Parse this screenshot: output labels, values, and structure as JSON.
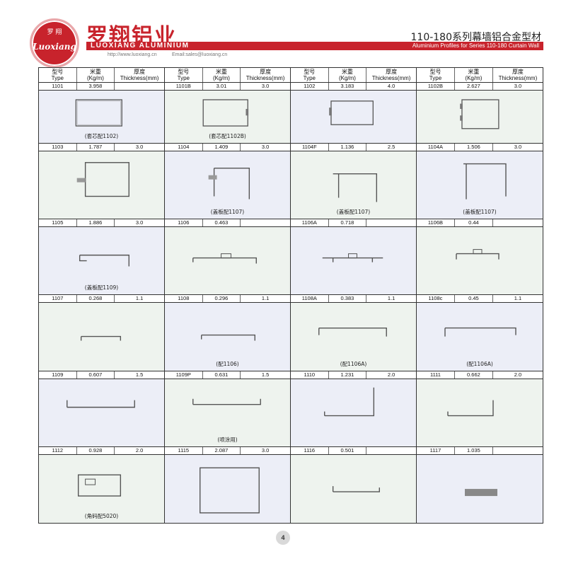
{
  "header": {
    "logo_top": "罗 翔",
    "logo_script": "Luoxiang",
    "brand_cn": "罗翔铝业",
    "brand_en": "LUOXIANG ALUMINIUM",
    "series_cn": "110-180系列幕墙铝合金型材",
    "series_en": "Aluminium Profiles for Series 110-180 Curtain Wall",
    "web": "http://www.luoxiang.cn",
    "email": "Email:sales@luoxiang.cn"
  },
  "columns": {
    "type_cn": "型号",
    "type_en": "Type",
    "weight_cn": "米重",
    "weight_en": "(Kg/m)",
    "thick_cn": "厚度",
    "thick_en": "Thickness(mm)"
  },
  "profiles": [
    {
      "type": "1101",
      "weight": "3.958",
      "thick": "",
      "caption": "(套芯配1102)"
    },
    {
      "type": "1101B",
      "weight": "3.01",
      "thick": "3.0",
      "caption": "(套芯配1102B)"
    },
    {
      "type": "1102",
      "weight": "3.183",
      "thick": "4.0",
      "caption": ""
    },
    {
      "type": "1102B",
      "weight": "2.627",
      "thick": "3.0",
      "caption": ""
    },
    {
      "type": "1103",
      "weight": "1.787",
      "thick": "3.0",
      "caption": ""
    },
    {
      "type": "1104",
      "weight": "1.409",
      "thick": "3.0",
      "caption": "(盖板配1107)"
    },
    {
      "type": "1104F",
      "weight": "1.136",
      "thick": "2.5",
      "caption": "(盖板配1107)"
    },
    {
      "type": "1104A",
      "weight": "1.506",
      "thick": "3.0",
      "caption": "(盖板配1107)"
    },
    {
      "type": "1105",
      "weight": "1.886",
      "thick": "3.0",
      "caption": "(盖板配1109)"
    },
    {
      "type": "1106",
      "weight": "0.463",
      "thick": "",
      "caption": ""
    },
    {
      "type": "1106A",
      "weight": "0.718",
      "thick": "",
      "caption": ""
    },
    {
      "type": "1106B",
      "weight": "0.44",
      "thick": "",
      "caption": ""
    },
    {
      "type": "1107",
      "weight": "0.268",
      "thick": "1.1",
      "caption": ""
    },
    {
      "type": "1108",
      "weight": "0.296",
      "thick": "1.1",
      "caption": "(配1106)"
    },
    {
      "type": "1108A",
      "weight": "0.383",
      "thick": "1.1",
      "caption": "(配1106A)"
    },
    {
      "type": "1108c",
      "weight": "0.45",
      "thick": "1.1",
      "caption": "(配1106A)"
    },
    {
      "type": "1109",
      "weight": "0.607",
      "thick": "1.5",
      "caption": ""
    },
    {
      "type": "1109P",
      "weight": "0.631",
      "thick": "1.5",
      "caption": "(喷涂用)"
    },
    {
      "type": "1110",
      "weight": "1.231",
      "thick": "2.0",
      "caption": ""
    },
    {
      "type": "1111",
      "weight": "0.662",
      "thick": "2.0",
      "caption": ""
    },
    {
      "type": "1112",
      "weight": "0.928",
      "thick": "2.0",
      "caption": "(角码配5020)"
    },
    {
      "type": "1115",
      "weight": "2.087",
      "thick": "3.0",
      "caption": ""
    },
    {
      "type": "1116",
      "weight": "0.501",
      "thick": "",
      "caption": ""
    },
    {
      "type": "1117",
      "weight": "1.035",
      "thick": "",
      "caption": ""
    }
  ],
  "page_number": "4"
}
